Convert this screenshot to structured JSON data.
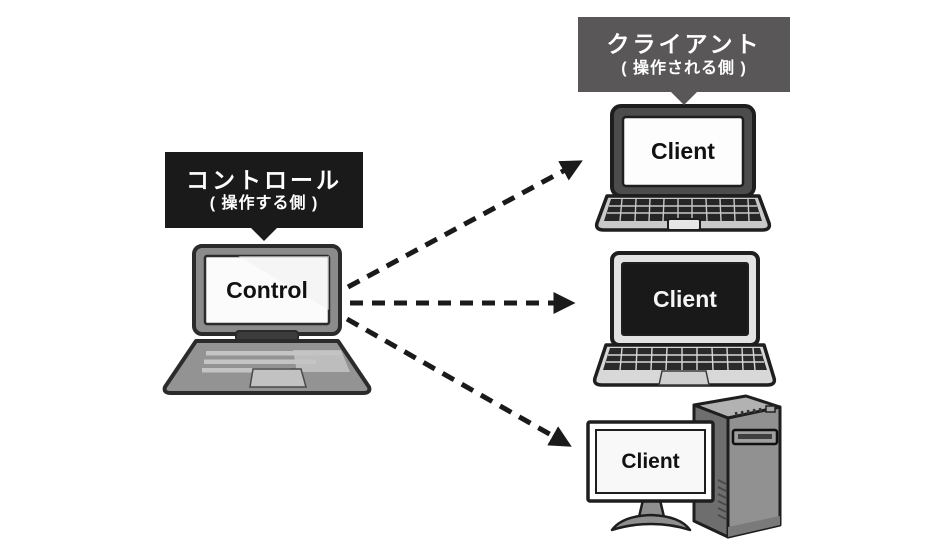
{
  "diagram": {
    "title_context": "remote-control concept diagram",
    "control_callout": {
      "title": "コントロール",
      "subtitle": "( 操作する側 )",
      "bg_color": "#1a1a1a",
      "text_color": "#ffffff"
    },
    "client_callout": {
      "title": "クライアント",
      "subtitle": "( 操作される側 )",
      "bg_color": "#595757",
      "text_color": "#ffffff"
    },
    "control_device": {
      "label": "Control",
      "type": "laptop",
      "screen": "white"
    },
    "clients": [
      {
        "label": "Client",
        "type": "laptop",
        "screen": "white"
      },
      {
        "label": "Client",
        "type": "laptop",
        "screen": "black"
      },
      {
        "label": "Client",
        "type": "desktop-monitor-with-tower",
        "screen": "white"
      }
    ],
    "connections": [
      {
        "from": "control",
        "to": "client-1",
        "style": "dashed",
        "arrowhead": "filled-triangle"
      },
      {
        "from": "control",
        "to": "client-2",
        "style": "dashed",
        "arrowhead": "filled-triangle"
      },
      {
        "from": "control",
        "to": "client-3",
        "style": "dashed",
        "arrowhead": "filled-triangle"
      }
    ],
    "colors": {
      "background": "#ffffff",
      "arrow": "#1a1a1a",
      "outline": "#1e1e1e",
      "laptop_gray": "#919191",
      "laptop_light_gray": "#c9c9c9",
      "dark_bezel": "#4c4c4c",
      "black_screen": "#191919"
    }
  }
}
